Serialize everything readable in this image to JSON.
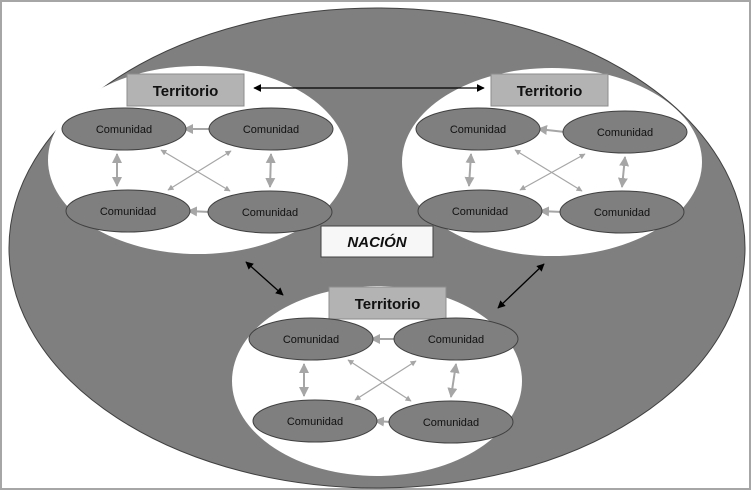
{
  "diagram": {
    "nation": {
      "label": "NACIÓN"
    },
    "territories": [
      {
        "id": "left",
        "label": "Territorio",
        "communities": [
          "Comunidad",
          "Comunidad",
          "Comunidad",
          "Comunidad"
        ]
      },
      {
        "id": "right",
        "label": "Territorio",
        "communities": [
          "Comunidad",
          "Comunidad",
          "Comunidad",
          "Comunidad"
        ]
      },
      {
        "id": "bottom",
        "label": "Territorio",
        "communities": [
          "Comunidad",
          "Comunidad",
          "Comunidad",
          "Comunidad"
        ]
      }
    ],
    "territory_links": [
      {
        "from": "left",
        "to": "right"
      },
      {
        "from": "left",
        "to": "bottom"
      },
      {
        "from": "right",
        "to": "bottom"
      }
    ]
  },
  "colors": {
    "nation_fill": "#7f7f7f",
    "territory_fill": "#ffffff",
    "community_fill": "#7f7f7f",
    "community_stroke": "#404040",
    "territory_box_fill": "#b3b3b3",
    "territory_box_stroke": "#8c8c8c",
    "nation_box_fill": "#f7f7f7",
    "nation_box_stroke": "#404040",
    "inner_arrow": "#a6a6a6",
    "outer_arrow": "#000000",
    "frame": "#a6a6a6"
  }
}
